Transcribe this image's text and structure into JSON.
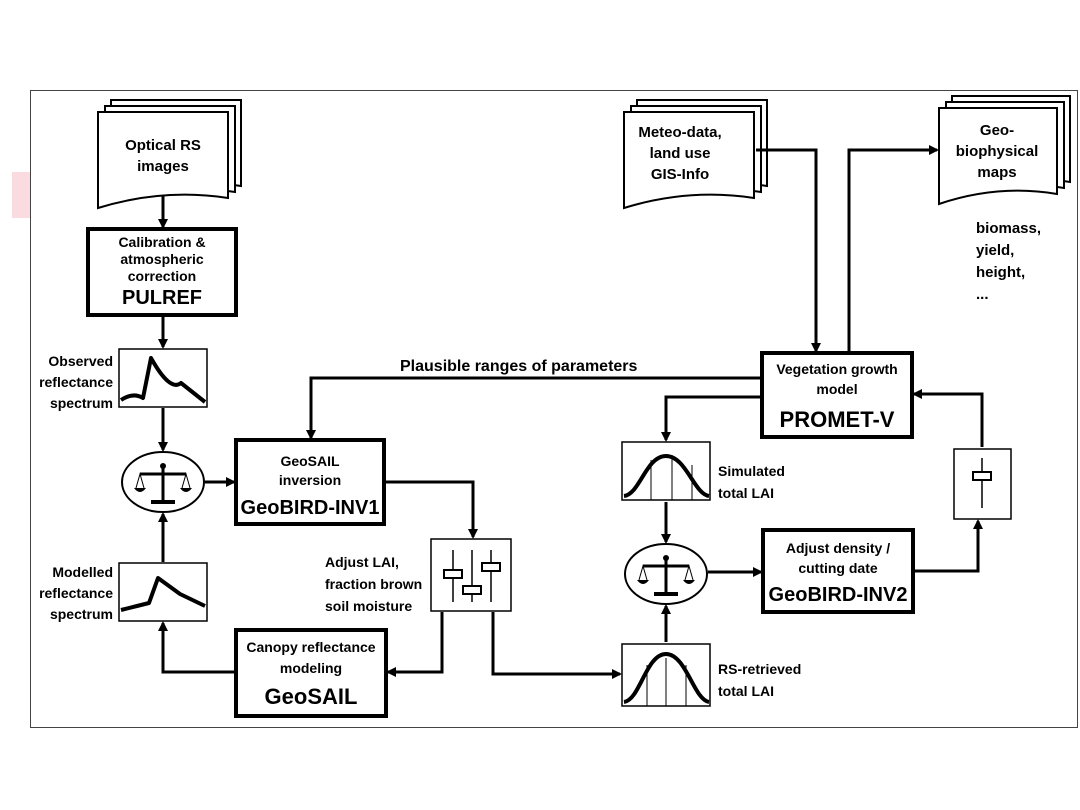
{
  "diagram": {
    "accent_color": "#f9dbe0",
    "docs": {
      "optical_rs": [
        "Optical RS",
        "images"
      ],
      "meteo": [
        "Meteo-data,",
        "land use",
        "GIS-Info"
      ],
      "geo_maps": [
        "Geo-",
        "biophysical",
        "maps"
      ]
    },
    "outputs_list": [
      "biomass,",
      "yield,",
      "height,",
      "..."
    ],
    "boxes": {
      "calibration": {
        "lines": [
          "Calibration &",
          "atmospheric",
          "correction"
        ],
        "name": "PULREF"
      },
      "geosail_inversion": {
        "lines": [
          "GeoSAIL",
          "inversion"
        ],
        "name": "GeoBIRD-INV1"
      },
      "canopy": {
        "lines": [
          "Canopy reflectance",
          "modeling"
        ],
        "name": "GeoSAIL"
      },
      "vegetation": {
        "lines": [
          "Vegetation growth",
          "model"
        ],
        "name": "PROMET-V"
      },
      "adjust_density": {
        "lines": [
          "Adjust density /",
          "cutting date"
        ],
        "name": "GeoBIRD-INV2"
      }
    },
    "labels": {
      "observed": [
        "Observed",
        "reflectance",
        "spectrum"
      ],
      "modelled": [
        "Modelled",
        "reflectance",
        "spectrum"
      ],
      "adjust_lai": [
        "Adjust LAI,",
        "fraction brown",
        "soil moisture"
      ],
      "simulated": [
        "Simulated",
        "total LAI"
      ],
      "rs_retrieved": [
        "RS-retrieved",
        "total LAI"
      ],
      "plausible": "Plausible ranges of parameters"
    }
  }
}
